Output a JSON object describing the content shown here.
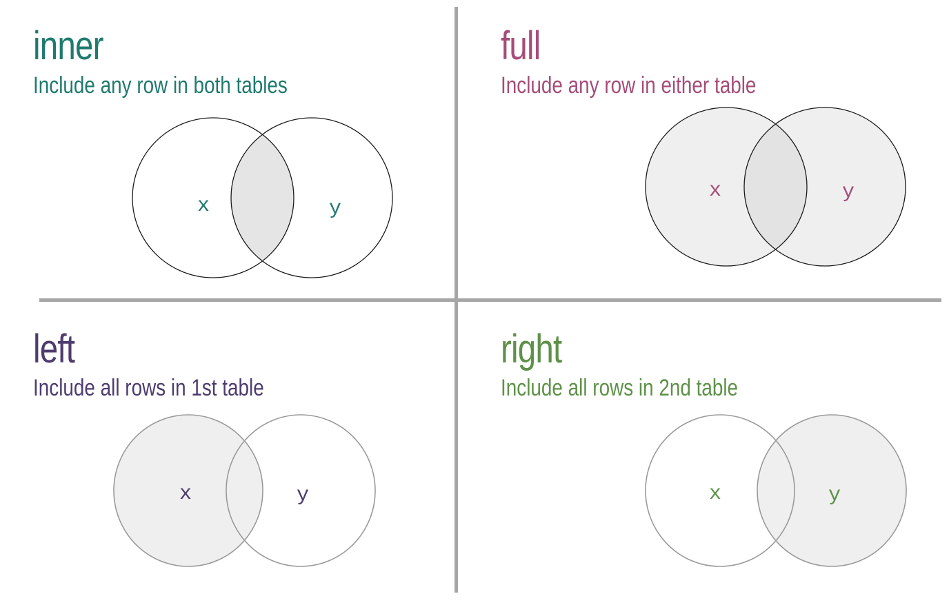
{
  "panels": {
    "inner": {
      "title": "inner",
      "subtitle": "Include any row in both tables",
      "color": "#1f7a6e",
      "x_label": "x",
      "y_label": "y",
      "shaded": "intersection"
    },
    "full": {
      "title": "full",
      "subtitle": "Include any row in either table",
      "color": "#a54d79",
      "x_label": "x",
      "y_label": "y",
      "shaded": "union"
    },
    "left": {
      "title": "left",
      "subtitle": "Include all rows in 1st table",
      "color": "#4e3c6f",
      "x_label": "x",
      "y_label": "y",
      "shaded": "x"
    },
    "right": {
      "title": "right",
      "subtitle": "Include all rows in 2nd table",
      "color": "#5e9148",
      "x_label": "x",
      "y_label": "y",
      "shaded": "y"
    }
  },
  "colors": {
    "divider": "#a6a6a6",
    "fill": "#efefef",
    "overlap_fill": "#e5e5e5",
    "dark_outline": "#1a1a1a",
    "light_outline": "#9a9a9a"
  }
}
